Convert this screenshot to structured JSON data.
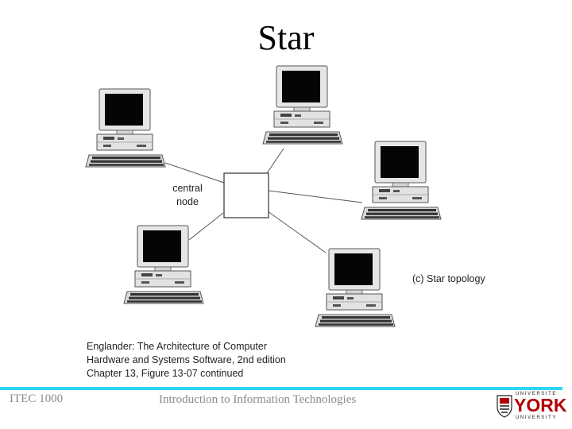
{
  "slide": {
    "title": "Star"
  },
  "diagram": {
    "central_label_line1": "central",
    "central_label_line2": "node",
    "topology_label": "(c) Star topology",
    "caption_lines": [
      "Englander: The Architecture of Computer",
      "Hardware and Systems Software, 2nd edition",
      "Chapter 13, Figure 13-07 continued"
    ]
  },
  "footer": {
    "course": "ITEC 1000",
    "course_title": "Introduction to Information Technologies",
    "logo_top": "UNIVERSITE",
    "logo_main": "YORK",
    "logo_bottom": "UNIVERSITY",
    "accent_color": "#2bd8f2",
    "logo_color": "#b20000"
  }
}
